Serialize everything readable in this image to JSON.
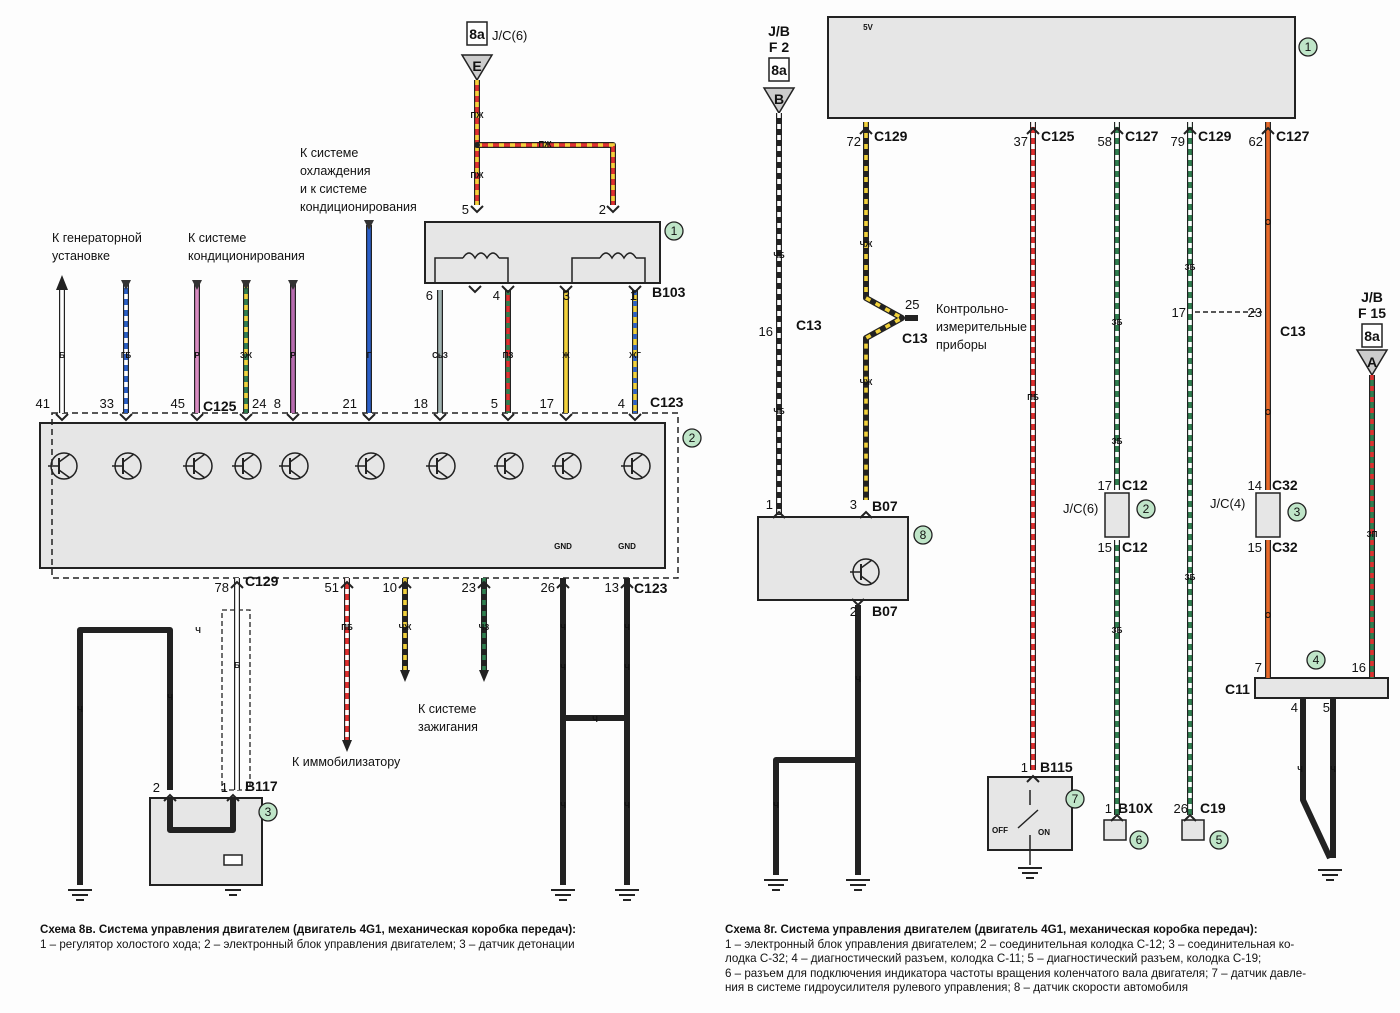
{
  "left": {
    "caption": {
      "title": "Схема 8в. Система управления двигателем (двигатель 4G1, механическая коробка передач):",
      "text": "1 – регулятор холостого хода; 2 – электронный блок управления двигателем; 3 – датчик детонации"
    },
    "power": {
      "ref": "8a",
      "source": "J/C(6)",
      "pin": "E"
    },
    "notes": {
      "generator": [
        "К генераторной",
        "установке"
      ],
      "aircon": [
        "К системе",
        "кондиционирования"
      ],
      "cooling": [
        "К системе",
        "охлаждения",
        "и к системе",
        "кондиционирования"
      ],
      "ignition": [
        "К системе",
        "зажигания"
      ],
      "immobilizer": "К иммобилизатору"
    },
    "connectors": {
      "c125": "C125",
      "c123_top": "C123",
      "b103": "B103",
      "c129": "C129",
      "c123_bottom": "C123",
      "b117": "B117"
    },
    "components": {
      "idle_regulator": "1",
      "ecu": "2",
      "knock_sensor": "3"
    },
    "top_wires": [
      {
        "pin": "41",
        "color": "Б"
      },
      {
        "pin": "33",
        "color": "ГБ"
      },
      {
        "pin": "45",
        "color": "Р"
      },
      {
        "pin": "24",
        "color": "ЗЖ"
      },
      {
        "pin": "8",
        "color": "Р"
      },
      {
        "pin": "21",
        "color": "Г"
      },
      {
        "pin": "18",
        "color": "СьЗ"
      },
      {
        "pin": "5",
        "color": "ПЗ"
      },
      {
        "pin": "17",
        "color": "Ж"
      },
      {
        "pin": "4",
        "color": "ЖГ"
      }
    ],
    "idle_pins": {
      "inputs": [
        "5",
        "2"
      ],
      "outputs": [
        "6",
        "4",
        "3",
        "1"
      ]
    },
    "feed_wires": [
      "ПЖ",
      "ПЖ",
      "ПЖ"
    ],
    "bottom_wires": [
      {
        "pin": "78",
        "color": "Б"
      },
      {
        "pin": "51",
        "color": "ПБ"
      },
      {
        "pin": "10",
        "color": "ЧЖ"
      },
      {
        "pin": "23",
        "color": "ЧЗ"
      },
      {
        "pin": "26",
        "color": "Ч"
      },
      {
        "pin": "13",
        "color": "Ч"
      }
    ],
    "gnd": [
      "GND",
      "GND"
    ],
    "knock_pins": [
      "2",
      "1"
    ],
    "ground_wires": [
      "Ч",
      "Ч",
      "Ч",
      "Ч",
      "Ч",
      "Ч",
      "Ч",
      "Ч"
    ]
  },
  "right": {
    "caption": {
      "title": "Схема 8г. Система управления двигателем (двигатель 4G1, механическая коробка передач):",
      "lines": [
        "1 – электронный блок управления двигателем; 2 – соединительная колодка С-12; 3 – соединительная ко-",
        "лодка С-32; 4 – диагностический разъем, колодка С-11; 5 – диагностический разъем, колодка С-19;",
        "6 – разъем для подключения индикатора частоты вращения коленчатого вала двигателя; 7 – датчик давле-",
        "ния в системе гидроусилителя рулевого управления; 8 – датчик скорости автомобиля"
      ]
    },
    "jb_f2": {
      "label": [
        "J/B",
        "F 2"
      ],
      "ref": "8a",
      "pin": "B"
    },
    "jb_f15": {
      "label": [
        "J/B",
        "F 15"
      ],
      "ref": "8a",
      "pin": "A"
    },
    "ecu": {
      "num": "1",
      "supply": "5V"
    },
    "ecu_pins": [
      {
        "pin": "72",
        "conn": "C129"
      },
      {
        "pin": "37",
        "conn": "C125"
      },
      {
        "pin": "58",
        "conn": "C127"
      },
      {
        "pin": "79",
        "conn": "C129"
      },
      {
        "pin": "62",
        "conn": "C127"
      }
    ],
    "c13": {
      "conn": "C13",
      "pins": [
        "16",
        "25",
        "17",
        "23"
      ],
      "conn2": "C13",
      "conn3": "C13"
    },
    "instruments": [
      "Контрольно-",
      "измерительные",
      "приборы"
    ],
    "wire_colors": {
      "f2": [
        "ЧБ",
        "ЧБ"
      ],
      "w72": [
        "ЧЖ",
        "ЧЖ"
      ],
      "w37": "ПБ",
      "w58": [
        "ЗБ",
        "ЗБ",
        "ЗБ"
      ],
      "w79": [
        "ЗБ",
        "ЗБ"
      ],
      "w62": [
        "О",
        "О",
        "О"
      ],
      "f15": "ЗП",
      "speed_ground": "Ч",
      "speed_ground2": "Ч",
      "c11_ground": [
        "Ч",
        "Ч"
      ]
    },
    "speed_sensor": {
      "num": "8",
      "conn": "B07",
      "conn2": "B07",
      "pins": [
        "1",
        "3",
        "2"
      ]
    },
    "c12": {
      "num": "2",
      "source": "J/C(6)",
      "pins": [
        "17",
        "15"
      ],
      "conn": [
        "C12",
        "C12"
      ]
    },
    "c32": {
      "num": "3",
      "source": "J/C(4)",
      "pins": [
        "14",
        "15"
      ],
      "conn": [
        "C32",
        "C32"
      ]
    },
    "c11": {
      "num": "4",
      "conn": "C11",
      "pins": [
        "7",
        "4",
        "5",
        "16"
      ]
    },
    "c19": {
      "num": "5",
      "conn": "C19",
      "pin": "26"
    },
    "b10x": {
      "num": "6",
      "conn": "B10X",
      "pin": "1"
    },
    "b115": {
      "num": "7",
      "conn": "B115",
      "pin": "1",
      "off": "OFF",
      "on": "ON"
    }
  }
}
